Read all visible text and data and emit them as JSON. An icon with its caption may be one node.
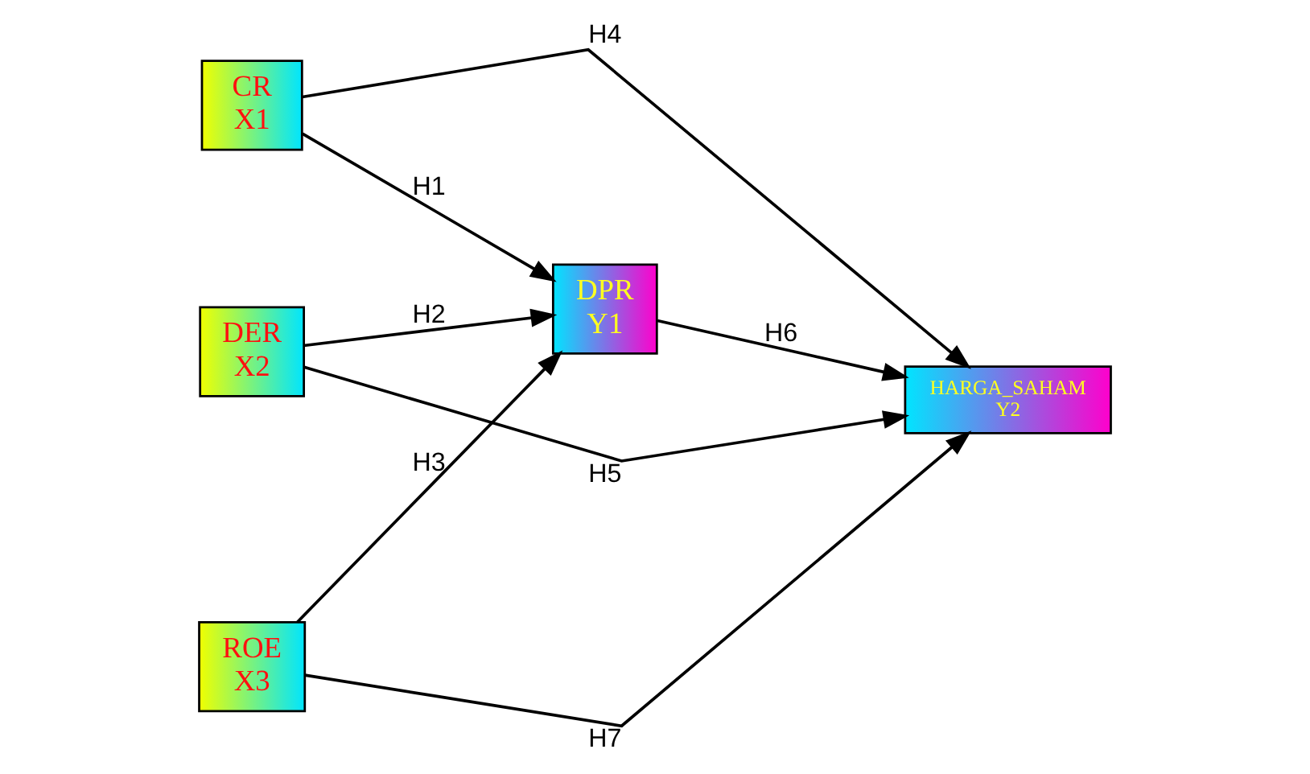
{
  "diagram": {
    "nodes": [
      {
        "text": [
          "CR",
          "X1"
        ]
      },
      {
        "text": [
          "DER",
          "X2"
        ]
      },
      {
        "text": [
          "ROE",
          "X3"
        ]
      },
      {
        "text": [
          "DPR",
          "Y1"
        ]
      },
      {
        "text": [
          "HARGA_SAHAM",
          "Y2"
        ]
      }
    ],
    "edges": [
      {
        "from": 0,
        "to": 3,
        "arrow": "to",
        "label": "H1"
      },
      {
        "from": 1,
        "to": 3,
        "arrow": "to",
        "label": "H2"
      },
      {
        "from": 2,
        "to": 3,
        "arrow": "to",
        "label": "H3"
      },
      {
        "from": 0,
        "to": 4,
        "arrow": "to",
        "label": "H4"
      },
      {
        "from": 1,
        "to": 4,
        "arrow": "to",
        "label": "H5"
      },
      {
        "from": 3,
        "to": 4,
        "arrow": "to",
        "label": "H6"
      },
      {
        "from": 2,
        "to": 4,
        "arrow": "to",
        "label": "H7"
      }
    ]
  }
}
